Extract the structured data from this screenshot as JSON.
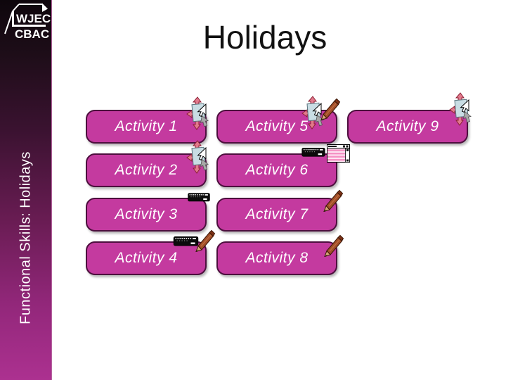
{
  "slide": {
    "title": "Holidays",
    "sidebar_label": "Functional Skills: Holidays",
    "logo": {
      "line1": "WJEC",
      "line2": "CBAC"
    }
  },
  "colors": {
    "button_fill": "#c43a9f",
    "button_border": "#4d0f3e",
    "button_text": "#ffffff",
    "title_text": "#111111",
    "sidebar_top": "#0e060c",
    "sidebar_bottom": "#ac3190",
    "sidebar_text": "#ffffff"
  },
  "buttons": [
    {
      "label": "Activity 1",
      "icons": [
        "mouse-click-icon"
      ]
    },
    {
      "label": "Activity 2",
      "icons": [
        "mouse-click-icon"
      ]
    },
    {
      "label": "Activity 3",
      "icons": [
        "keyboard-icon"
      ]
    },
    {
      "label": "Activity 4",
      "icons": [
        "keyboard-icon",
        "pen-icon"
      ]
    },
    {
      "label": "Activity 5",
      "icons": [
        "mouse-click-icon",
        "pen-icon"
      ]
    },
    {
      "label": "Activity 6",
      "icons": [
        "keyboard-icon",
        "window-icon"
      ]
    },
    {
      "label": "Activity 7",
      "icons": [
        "pen-icon"
      ]
    },
    {
      "label": "Activity 8",
      "icons": [
        "pen-icon"
      ]
    },
    {
      "label": "Activity 9",
      "icons": [
        "mouse-click-icon"
      ]
    }
  ],
  "icons": {
    "mouse-click-icon": "mouse pointer clicking a button with move arrows",
    "keyboard-icon": "computer keyboard",
    "pen-icon": "pen for writing",
    "window-icon": "application window with striped worksheet and scrollbar"
  }
}
